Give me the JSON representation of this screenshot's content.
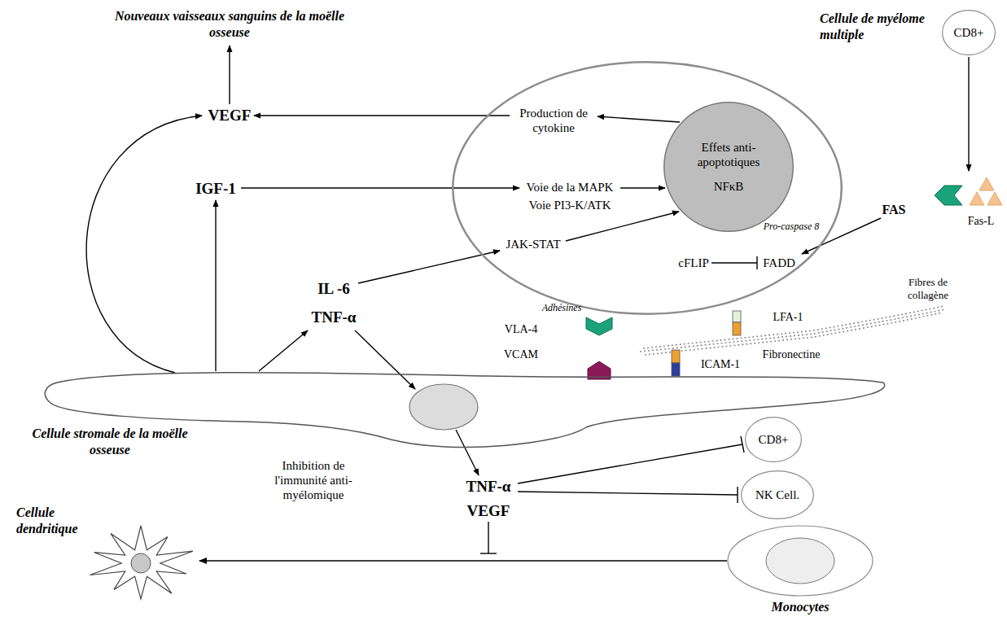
{
  "diagram": {
    "nodes": [
      {
        "text": [
          "Cellule de myélome multiple"
        ]
      },
      {
        "text": [
          "Effets anti-apoptotiques",
          "NFκB"
        ],
        "in": 0
      },
      {
        "text": [
          "CD8+"
        ]
      },
      {
        "text": [
          "Cellule stromale de la moëlle osseuse"
        ]
      },
      {
        "text": [
          "CD8+"
        ]
      },
      {
        "text": [
          "NK Cell."
        ]
      },
      {
        "text": [
          "Cellule dendritique"
        ]
      },
      {
        "text": [
          "Monocytes"
        ]
      }
    ],
    "edges": [
      {
        "from": 7,
        "to": 6,
        "arrow": "to"
      }
    ],
    "labels": [
      "Nouveaux vaisseaux sanguins de la moëlle osseuse",
      "VEGF",
      "Production de cytokine",
      "IGF-1",
      "Voie de la MAPK",
      "Voie PI3-K/ATK",
      "JAK-STAT",
      "FAS",
      "Pro-caspase 8",
      "Fas-L",
      "cFLIP",
      "FADD",
      "IL -6",
      "TNF-α",
      "Adhésines",
      "VLA-4",
      "LFA-1",
      "Fibres de collagène",
      "VCAM",
      "Fibronectine",
      "ICAM-1",
      "Inhibition de l'immunité anti-myélomique",
      "TNF-α",
      "VEGF"
    ]
  }
}
